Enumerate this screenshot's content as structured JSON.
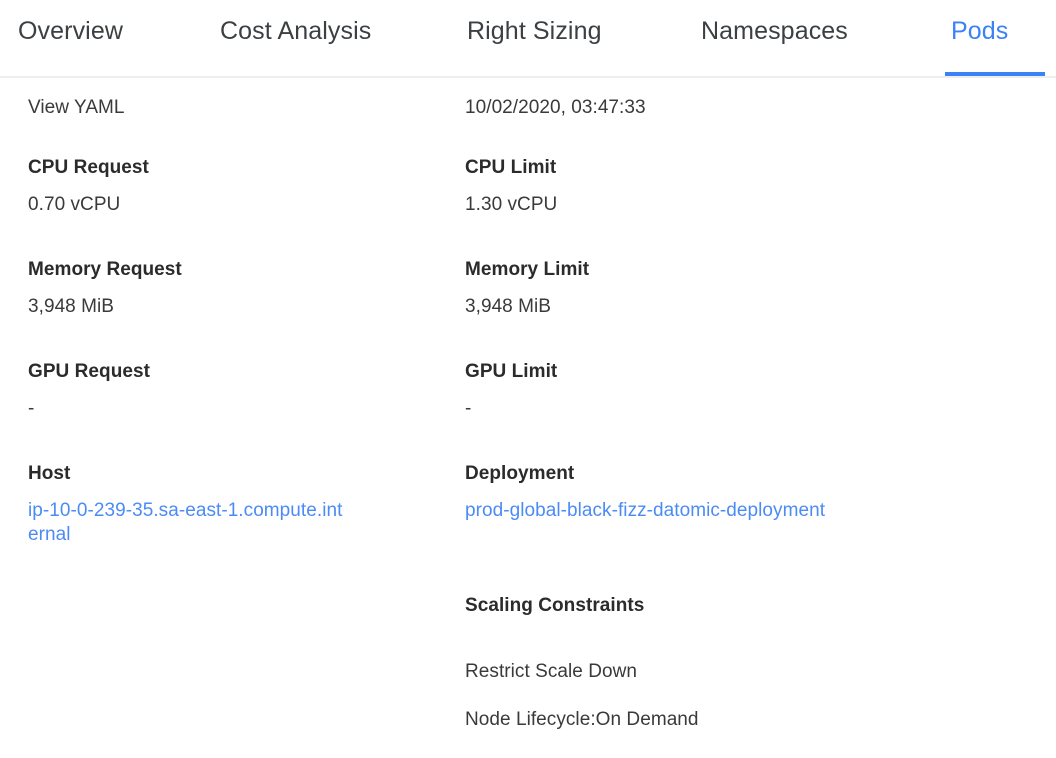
{
  "tabs": [
    {
      "label": "Overview",
      "active": false
    },
    {
      "label": "Cost Analysis",
      "active": false
    },
    {
      "label": "Right Sizing",
      "active": false
    },
    {
      "label": "Namespaces",
      "active": false
    },
    {
      "label": "Pods",
      "active": true
    }
  ],
  "colors": {
    "accent": "#3b82f6",
    "link": "#4c8bf5",
    "label": "#2b2b2b",
    "value": "#3a3a3a",
    "divider": "#eeeeee"
  },
  "pod_detail": {
    "view_yaml_link": "View YAML",
    "timestamp": "10/02/2020, 03:47:33",
    "cpu_request": {
      "label": "CPU Request",
      "value": "0.70 vCPU"
    },
    "cpu_limit": {
      "label": "CPU Limit",
      "value": "1.30 vCPU"
    },
    "memory_request": {
      "label": "Memory Request",
      "value": "3,948 MiB"
    },
    "memory_limit": {
      "label": "Memory Limit",
      "value": "3,948 MiB"
    },
    "gpu_request": {
      "label": "GPU Request",
      "value": "-"
    },
    "gpu_limit": {
      "label": "GPU Limit",
      "value": "-"
    },
    "host": {
      "label": "Host",
      "value": "ip-10-0-239-35.sa-east-1.compute.internal"
    },
    "deployment": {
      "label": "Deployment",
      "value": "prod-global-black-fizz-datomic-deployment"
    },
    "scaling_constraints": {
      "label": "Scaling Constraints",
      "items": [
        "Restrict Scale Down",
        "Node Lifecycle:On Demand"
      ]
    }
  }
}
